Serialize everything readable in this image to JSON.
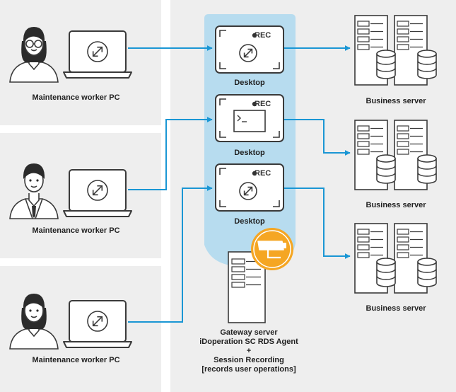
{
  "colors": {
    "panel": "#eeeeee",
    "highlight": "#b7dcef",
    "arrow": "#1a96d4",
    "outline": "#3a3a3a",
    "recorder": "#f5a623"
  },
  "workers": [
    {
      "label": "Maintenance worker PC",
      "avatar": "woman-glasses-icon"
    },
    {
      "label": "Maintenance worker PC",
      "avatar": "man-suit-icon"
    },
    {
      "label": "Maintenance worker PC",
      "avatar": "woman-icon"
    }
  ],
  "desktops": [
    {
      "label": "Desktop",
      "rec": "REC",
      "screen": "remote-desktop-icon"
    },
    {
      "label": "Desktop",
      "rec": "REC",
      "screen": "terminal-prompt-icon"
    },
    {
      "label": "Desktop",
      "rec": "REC",
      "screen": "remote-desktop-icon"
    }
  ],
  "servers": [
    {
      "label": "Business server"
    },
    {
      "label": "Business server"
    },
    {
      "label": "Business server"
    }
  ],
  "gateway": {
    "line1": "Gateway server",
    "line2": "iDoperation SC RDS Agent",
    "line3": "+",
    "line4": "Session Recording",
    "line5": "[records user operations]"
  }
}
